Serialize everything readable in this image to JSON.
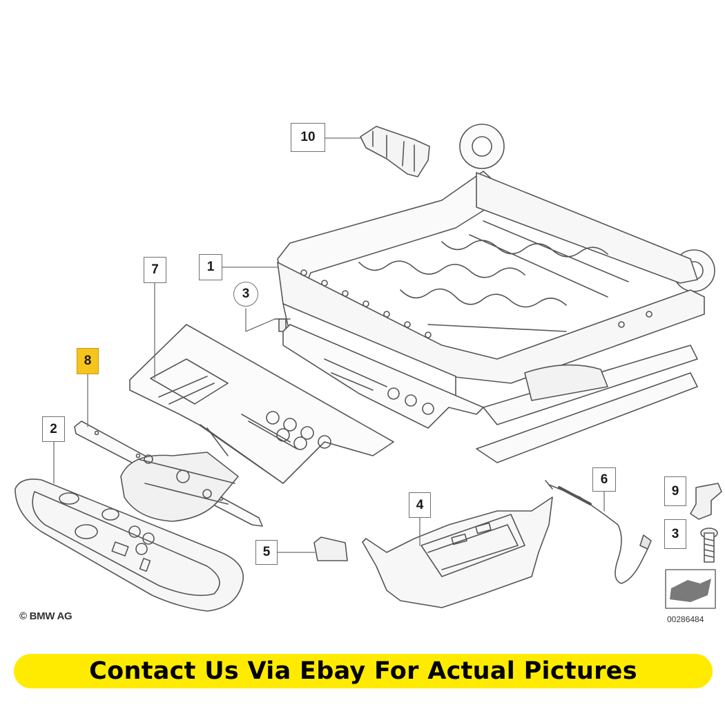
{
  "callouts": {
    "c10": "10",
    "c1": "1",
    "c7": "7",
    "c3_upper": "3",
    "c8": "8",
    "c2": "2",
    "c5": "5",
    "c4": "4",
    "c6": "6",
    "c9": "9",
    "c3_lower": "3"
  },
  "colors": {
    "highlight": "#f7c41c",
    "banner": "#ffeb00",
    "line_art": "#555555"
  },
  "copyright": "© BMW AG",
  "diagram_number": "00286484",
  "banner_text": "Contact Us Via Ebay For Actual Pictures"
}
